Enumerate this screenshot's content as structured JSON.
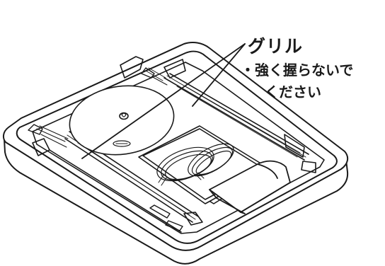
{
  "callout": {
    "part_name": "グリル",
    "note_line1": "・強く握らないで",
    "note_line2": "ください"
  }
}
